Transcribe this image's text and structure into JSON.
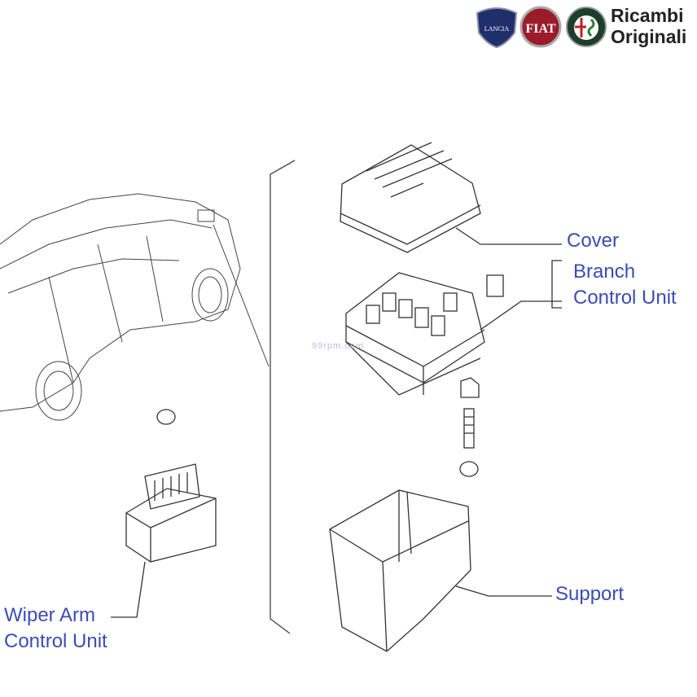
{
  "header": {
    "brand_line1": "Ricambi",
    "brand_line2": "Originali",
    "logos": [
      "LANCIA",
      "FIAT",
      "ALFA ROMEO"
    ]
  },
  "watermark": "99rpm.com",
  "labels": {
    "cover": "Cover",
    "branch_line1": "Branch",
    "branch_line2": "Control Unit",
    "support": "Support",
    "wiper_line1": "Wiper Arm",
    "wiper_line2": "Control Unit"
  },
  "colors": {
    "label": "#3b4cb4",
    "lancia": "#1f2f6b",
    "fiat": "#9c1b2a",
    "alfa": "#1c3f2a"
  }
}
